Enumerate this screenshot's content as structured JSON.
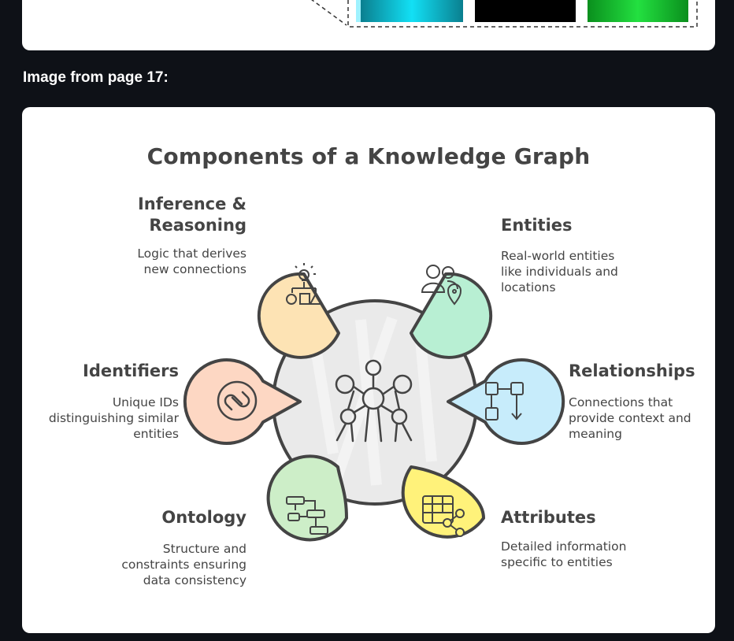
{
  "caption": "Image from page 17:",
  "diagram": {
    "title": "Components of a Knowledge Graph",
    "center_icon": "atomium-network-icon",
    "components": [
      {
        "key": "inference",
        "title": "Inference &\nReasoning",
        "description": "Logic that derives\nnew connections",
        "icon": "lightbulb-shapes-icon",
        "color": "#fde3b4"
      },
      {
        "key": "entities",
        "title": "Entities",
        "description": "Real-world entities\nlike individuals and\nlocations",
        "icon": "people-location-icon",
        "color": "#b8efd3"
      },
      {
        "key": "identifiers",
        "title": "Identifiers",
        "description": "Unique IDs\ndistinguishing similar\nentities",
        "icon": "id-link-icon",
        "color": "#fdd7c3"
      },
      {
        "key": "relationships",
        "title": "Relationships",
        "description": "Connections that\nprovide context and\nmeaning",
        "icon": "flow-arrows-icon",
        "color": "#c7ecfb"
      },
      {
        "key": "ontology",
        "title": "Ontology",
        "description": "Structure and\nconstraints ensuring\ndata consistency",
        "icon": "hierarchy-blocks-icon",
        "color": "#cdeec8"
      },
      {
        "key": "attributes",
        "title": "Attributes",
        "description": "Detailed information\nspecific to entities",
        "icon": "table-share-icon",
        "color": "#fff27a"
      }
    ]
  }
}
